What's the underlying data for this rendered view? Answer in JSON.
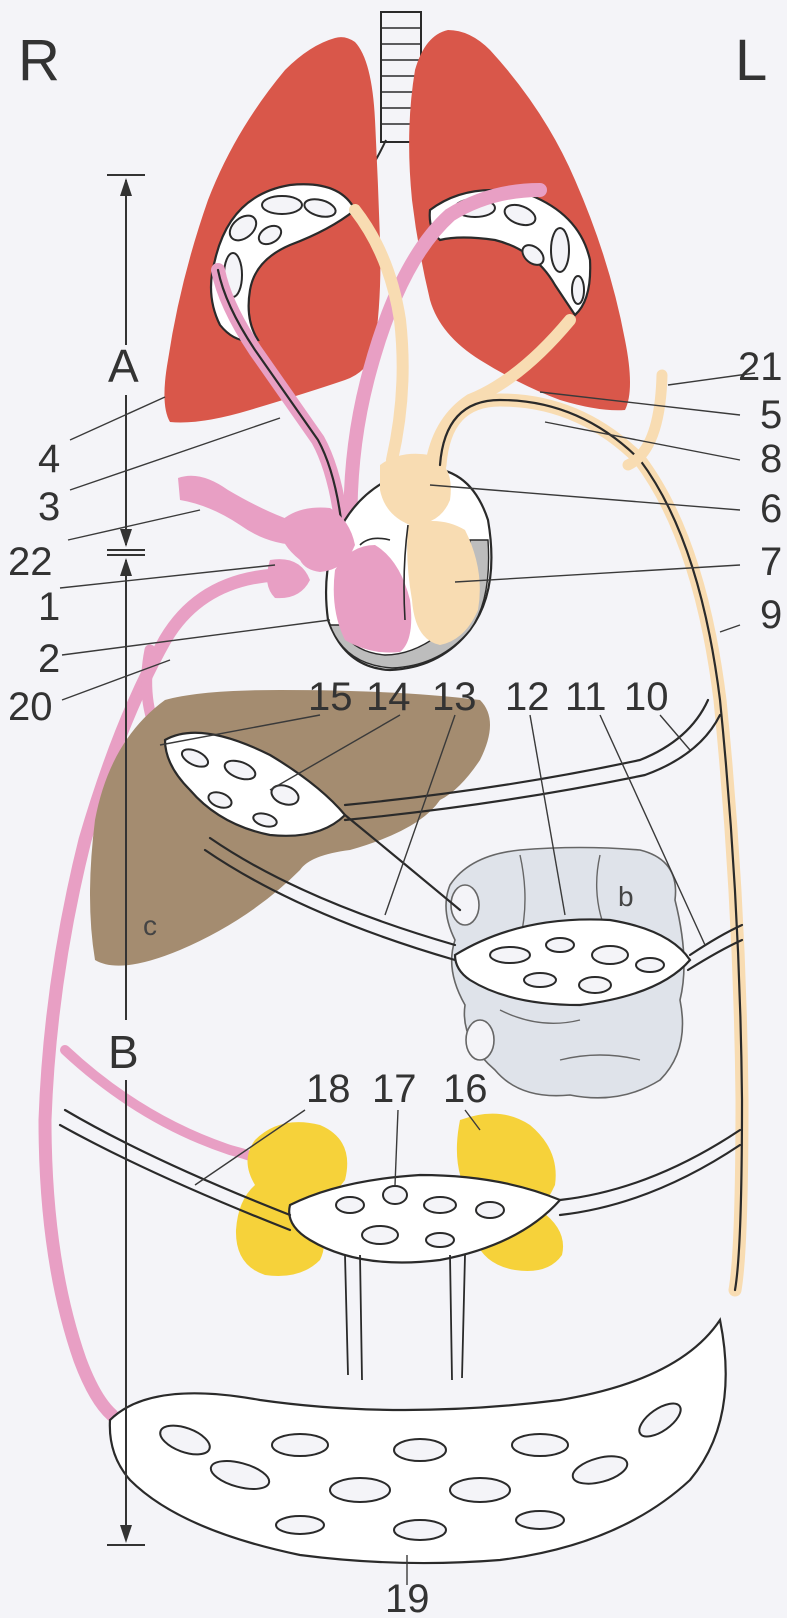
{
  "side_labels": {
    "right": "R",
    "left": "L"
  },
  "sections": {
    "upper": "A",
    "lower": "B"
  },
  "organ_labels": {
    "intestine": "b",
    "liver": "c"
  },
  "numbers": [
    "1",
    "2",
    "3",
    "4",
    "5",
    "6",
    "7",
    "8",
    "9",
    "10",
    "11",
    "12",
    "13",
    "14",
    "15",
    "16",
    "17",
    "18",
    "19",
    "20",
    "21",
    "22"
  ],
  "colors": {
    "lung": "#d9574a",
    "venous": "#e89fc4",
    "arterial": "#f8dcb2",
    "liver": "#a48c70",
    "kidney": "#f6d23a",
    "intestine": "#dfe3ea",
    "vessel_outline": "#2a2a2a",
    "background": "#f4f4f8"
  }
}
